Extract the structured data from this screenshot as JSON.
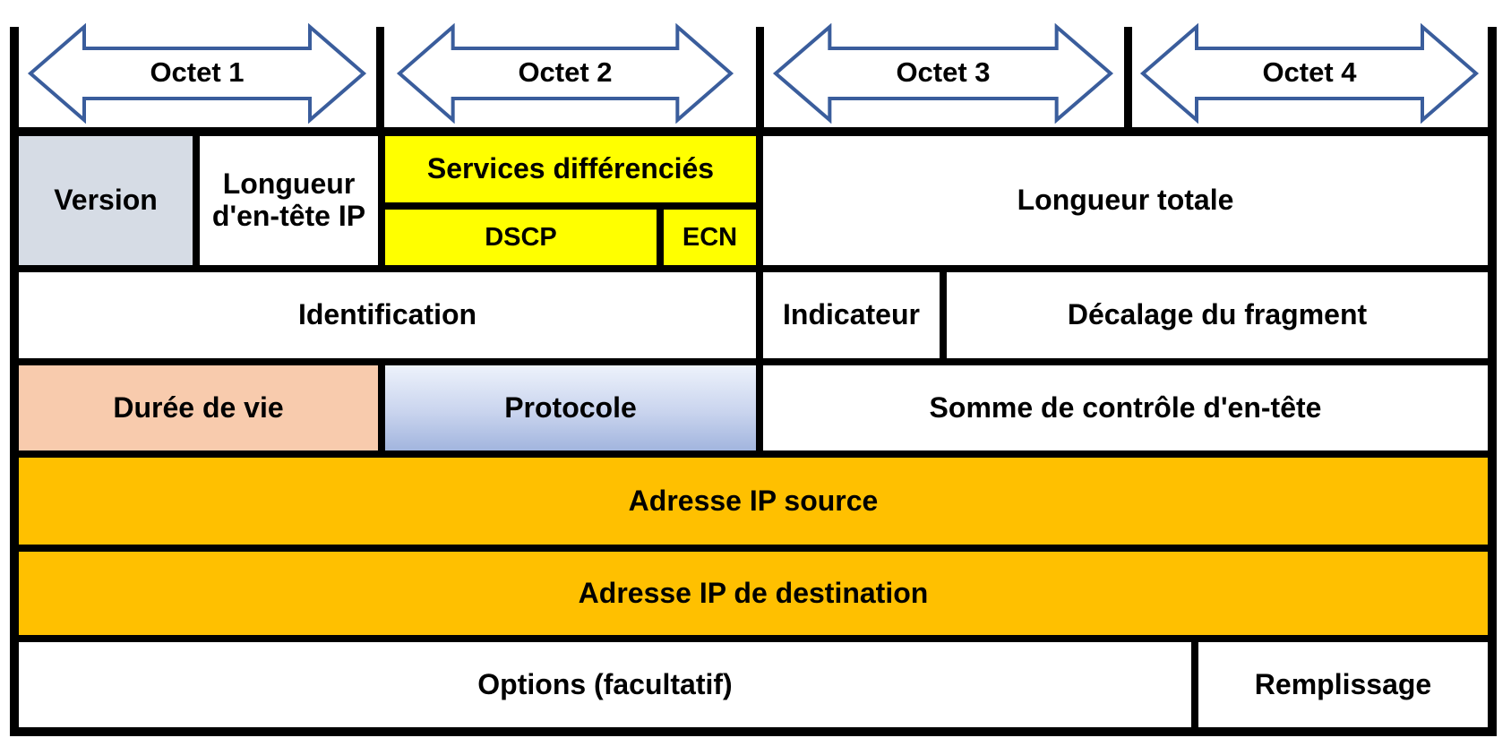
{
  "octet_arrows": [
    {
      "label": "Octet 1"
    },
    {
      "label": "Octet 2"
    },
    {
      "label": "Octet 3"
    },
    {
      "label": "Octet 4"
    }
  ],
  "cells": {
    "version": {
      "label": "Version",
      "fill": "#d6dce5"
    },
    "header_length": {
      "label": "Longueur d'en-tête IP",
      "fill": "#ffffff"
    },
    "differentiated_services": {
      "label": "Services différenciés",
      "fill": "#ffff00"
    },
    "dscp": {
      "label": "DSCP",
      "fill": "#ffff00"
    },
    "ecn": {
      "label": "ECN",
      "fill": "#ffff00"
    },
    "total_length": {
      "label": "Longueur totale",
      "fill": "#ffffff"
    },
    "identification": {
      "label": "Identification",
      "fill": "#ffffff"
    },
    "flags": {
      "label": "Indicateur",
      "fill": "#ffffff"
    },
    "fragment_offset": {
      "label": "Décalage du fragment",
      "fill": "#ffffff"
    },
    "ttl": {
      "label": "Durée de vie",
      "fill": "#f8cbad"
    },
    "protocol": {
      "label": "Protocole",
      "fill_gradient_top": "#edf2fb",
      "fill_gradient_bottom": "#a2b5de"
    },
    "header_checksum": {
      "label": "Somme de contrôle d'en-tête",
      "fill": "#ffffff"
    },
    "source_ip": {
      "label": "Adresse IP source",
      "fill": "#ffc000"
    },
    "destination_ip": {
      "label": "Adresse IP de destination",
      "fill": "#ffc000"
    },
    "options": {
      "label": "Options (facultatif)",
      "fill": "#ffffff"
    },
    "padding": {
      "label": "Remplissage",
      "fill": "#ffffff"
    }
  },
  "colors": {
    "border": "#000000",
    "arrow_outline": "#3a5d9c",
    "arrow_fill": "#ffffff",
    "text": "#000000",
    "page_background": "#ffffff"
  }
}
